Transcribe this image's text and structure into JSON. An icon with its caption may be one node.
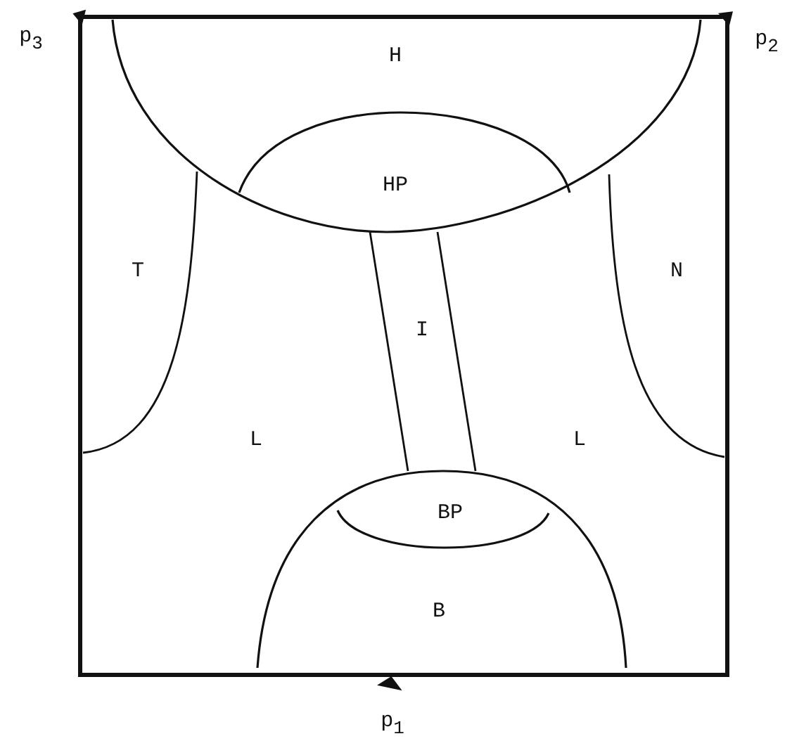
{
  "diagram": {
    "labels": [
      "p$_{3}$",
      "H",
      "p$_{2}$",
      "HP",
      "T",
      "N",
      "I",
      "L",
      "L",
      "BP",
      "B",
      "p$_{1}$"
    ]
  }
}
